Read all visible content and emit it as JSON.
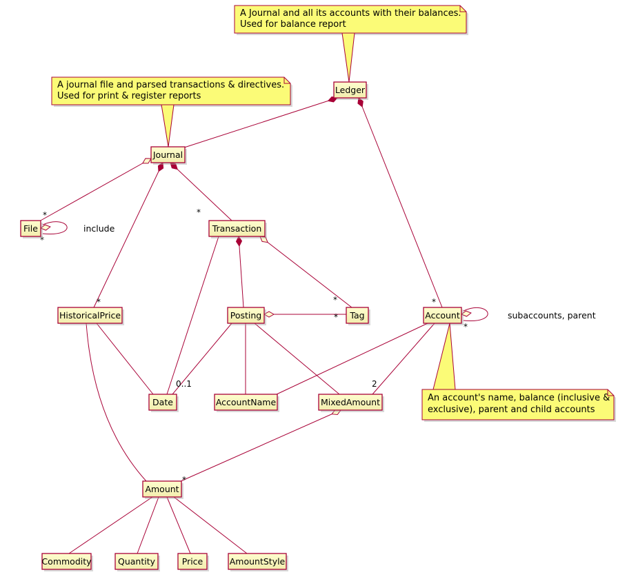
{
  "diagram": {
    "type": "uml-class-diagram",
    "classes": [
      {
        "id": "ledger",
        "label": "Ledger"
      },
      {
        "id": "journal",
        "label": "Journal"
      },
      {
        "id": "file",
        "label": "File"
      },
      {
        "id": "transaction",
        "label": "Transaction"
      },
      {
        "id": "historicalprice",
        "label": "HistoricalPrice"
      },
      {
        "id": "posting",
        "label": "Posting"
      },
      {
        "id": "tag",
        "label": "Tag"
      },
      {
        "id": "account",
        "label": "Account"
      },
      {
        "id": "date",
        "label": "Date"
      },
      {
        "id": "accountname",
        "label": "AccountName"
      },
      {
        "id": "mixedamount",
        "label": "MixedAmount"
      },
      {
        "id": "amount",
        "label": "Amount"
      },
      {
        "id": "commodity",
        "label": "Commodity"
      },
      {
        "id": "quantity",
        "label": "Quantity"
      },
      {
        "id": "price",
        "label": "Price"
      },
      {
        "id": "amountstyle",
        "label": "AmountStyle"
      }
    ],
    "relationships": [
      {
        "id": "ledger-journal",
        "from": "Ledger",
        "to": "Journal",
        "kind": "composition",
        "multiplicity": "",
        "label": ""
      },
      {
        "id": "ledger-account",
        "from": "Ledger",
        "to": "Account",
        "kind": "composition",
        "multiplicity": "*",
        "label": ""
      },
      {
        "id": "journal-file",
        "from": "Journal",
        "to": "File",
        "kind": "aggregation",
        "multiplicity": "*",
        "label": ""
      },
      {
        "id": "file-include",
        "from": "File",
        "to": "File",
        "kind": "aggregation",
        "multiplicity": "*",
        "label": "include"
      },
      {
        "id": "journal-transaction",
        "from": "Journal",
        "to": "Transaction",
        "kind": "composition",
        "multiplicity": "*",
        "label": ""
      },
      {
        "id": "journal-historicalprice",
        "from": "Journal",
        "to": "HistoricalPrice",
        "kind": "composition",
        "multiplicity": "*",
        "label": ""
      },
      {
        "id": "transaction-posting",
        "from": "Transaction",
        "to": "Posting",
        "kind": "composition",
        "multiplicity": "",
        "label": ""
      },
      {
        "id": "transaction-tag",
        "from": "Transaction",
        "to": "Tag",
        "kind": "aggregation",
        "multiplicity": "*",
        "label": ""
      },
      {
        "id": "posting-tag",
        "from": "Posting",
        "to": "Tag",
        "kind": "aggregation",
        "multiplicity": "*",
        "label": ""
      },
      {
        "id": "transaction-date",
        "from": "Transaction",
        "to": "Date",
        "kind": "association",
        "multiplicity": "",
        "label": ""
      },
      {
        "id": "posting-date",
        "from": "Posting",
        "to": "Date",
        "kind": "association",
        "multiplicity": "0..1",
        "label": ""
      },
      {
        "id": "posting-accountname",
        "from": "Posting",
        "to": "AccountName",
        "kind": "association",
        "multiplicity": "",
        "label": ""
      },
      {
        "id": "posting-mixedamount",
        "from": "Posting",
        "to": "MixedAmount",
        "kind": "association",
        "multiplicity": "",
        "label": ""
      },
      {
        "id": "account-accountname",
        "from": "Account",
        "to": "AccountName",
        "kind": "association",
        "multiplicity": "",
        "label": ""
      },
      {
        "id": "account-mixedamount",
        "from": "Account",
        "to": "MixedAmount",
        "kind": "association",
        "multiplicity": "2",
        "label": ""
      },
      {
        "id": "account-self",
        "from": "Account",
        "to": "Account",
        "kind": "aggregation",
        "multiplicity": "*",
        "label": "subaccounts, parent"
      },
      {
        "id": "mixedamount-amount",
        "from": "MixedAmount",
        "to": "Amount",
        "kind": "aggregation",
        "multiplicity": "*",
        "label": ""
      },
      {
        "id": "historicalprice-date",
        "from": "HistoricalPrice",
        "to": "Date",
        "kind": "association",
        "multiplicity": "",
        "label": ""
      },
      {
        "id": "historicalprice-amount",
        "from": "HistoricalPrice",
        "to": "Amount",
        "kind": "association",
        "multiplicity": "",
        "label": ""
      },
      {
        "id": "amount-commodity",
        "from": "Amount",
        "to": "Commodity",
        "kind": "association",
        "multiplicity": "",
        "label": ""
      },
      {
        "id": "amount-quantity",
        "from": "Amount",
        "to": "Quantity",
        "kind": "association",
        "multiplicity": "",
        "label": ""
      },
      {
        "id": "amount-price",
        "from": "Amount",
        "to": "Price",
        "kind": "association",
        "multiplicity": "",
        "label": ""
      },
      {
        "id": "amount-amountstyle",
        "from": "Amount",
        "to": "AmountStyle",
        "kind": "association",
        "multiplicity": "",
        "label": ""
      }
    ],
    "notes": [
      {
        "id": "note-ledger",
        "target": "Ledger",
        "lines": [
          "A Journal and all its accounts with their balances.",
          "Used for balance report"
        ]
      },
      {
        "id": "note-journal",
        "target": "Journal",
        "lines": [
          "A journal file and parsed transactions & directives.",
          "Used for print & register reports"
        ]
      },
      {
        "id": "note-account",
        "target": "Account",
        "lines": [
          "An account's name, balance (inclusive &",
          "exclusive), parent and child accounts"
        ]
      }
    ],
    "colors": {
      "line": "#A80036",
      "node_border": "#A80036",
      "node_fill_top": "#FEFECE",
      "node_fill_bottom": "#F3EDAE",
      "note_fill": "#FBFB77",
      "note_border": "#A80036",
      "diamond_fill": "#A80036",
      "text": "#000000",
      "background": "#FFFFFF"
    }
  }
}
